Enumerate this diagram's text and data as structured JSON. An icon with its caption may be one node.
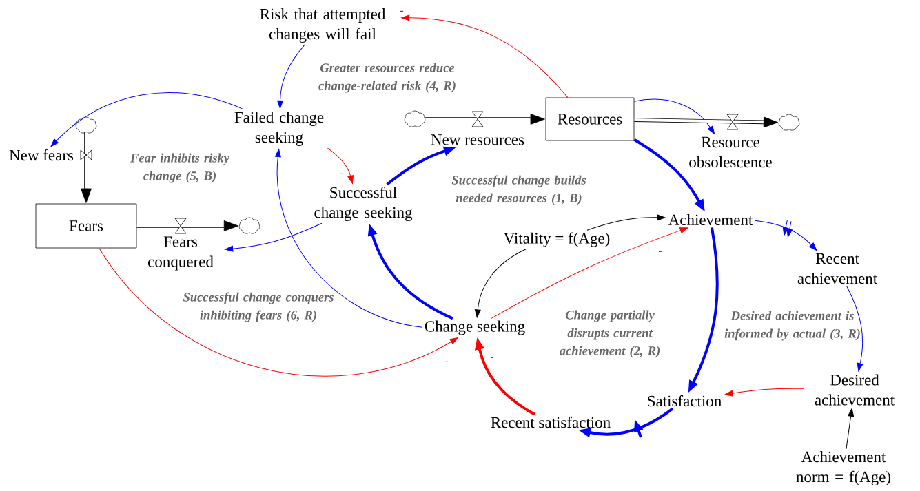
{
  "diagram": {
    "nodes": [
      {
        "text": [
          "Risk that attempted changes will fail"
        ]
      },
      {
        "text": [
          "Failed change seeking"
        ]
      },
      {
        "text": [
          "New fears"
        ]
      },
      {
        "text": [
          "Fears"
        ]
      },
      {
        "text": [
          "Fears conquered"
        ]
      },
      {
        "text": [
          "Successful change seeking"
        ]
      },
      {
        "text": [
          "New resources"
        ]
      },
      {
        "text": [
          "Resources"
        ]
      },
      {
        "text": [
          "Resource obsolescence"
        ]
      },
      {
        "text": [
          "Achievement"
        ]
      },
      {
        "text": [
          "Vitality = f(Age)"
        ]
      },
      {
        "text": [
          "Recent achievement"
        ]
      },
      {
        "text": [
          "Change seeking"
        ]
      },
      {
        "text": [
          "Satisfaction"
        ]
      },
      {
        "text": [
          "Desired achievement"
        ]
      },
      {
        "text": [
          "Recent satisfaction"
        ]
      },
      {
        "text": [
          "Achievement norm = f(Age)"
        ]
      },
      {
        "text": [],
        "shape": "cloud"
      },
      {
        "text": [],
        "shape": "cloud"
      },
      {
        "text": [],
        "shape": "cloud"
      },
      {
        "text": [],
        "shape": "cloud"
      }
    ],
    "edges": [
      {
        "from": 7,
        "to": 0,
        "arrow": "to",
        "label": "-",
        "color": "#ff0000"
      },
      {
        "from": 0,
        "to": 1,
        "arrow": "to",
        "color": "#0000ff"
      },
      {
        "from": 1,
        "to": 2,
        "arrow": "to",
        "color": "#0000ff"
      },
      {
        "from": 1,
        "to": 5,
        "arrow": "to",
        "label": "-",
        "color": "#ff0000"
      },
      {
        "from": 5,
        "to": 6,
        "arrow": "to",
        "style": "thick",
        "color": "#0000ff"
      },
      {
        "from": 5,
        "to": 4,
        "arrow": "to",
        "color": "#0000ff"
      },
      {
        "from": 12,
        "to": 1,
        "arrow": "to",
        "color": "#0000ff"
      },
      {
        "from": 12,
        "to": 5,
        "arrow": "to",
        "style": "thick",
        "color": "#0000ff"
      },
      {
        "from": 3,
        "to": 12,
        "arrow": "to",
        "label": "-",
        "color": "#ff0000"
      },
      {
        "from": 10,
        "to": 12,
        "arrow": "to",
        "color": "#000000"
      },
      {
        "from": 10,
        "to": 9,
        "arrow": "to",
        "color": "#000000"
      },
      {
        "from": 12,
        "to": 9,
        "arrow": "to",
        "label": "-",
        "color": "#ff0000"
      },
      {
        "from": 7,
        "to": 9,
        "arrow": "to",
        "style": "thick",
        "color": "#0000ff"
      },
      {
        "from": 7,
        "to": 8,
        "arrow": "to",
        "color": "#0000ff"
      },
      {
        "from": 9,
        "to": 11,
        "arrow": "to",
        "color": "#0000ff"
      },
      {
        "from": 11,
        "to": 14,
        "arrow": "to",
        "color": "#0000ff"
      },
      {
        "from": 9,
        "to": 13,
        "arrow": "to",
        "style": "thick",
        "color": "#0000ff"
      },
      {
        "from": 14,
        "to": 13,
        "arrow": "to",
        "label": "-",
        "color": "#ff0000"
      },
      {
        "from": 13,
        "to": 15,
        "arrow": "to",
        "style": "thick",
        "color": "#0000ff"
      },
      {
        "from": 15,
        "to": 12,
        "arrow": "to",
        "label": "-",
        "style": "thick",
        "color": "#ff0000"
      },
      {
        "from": 16,
        "to": 14,
        "arrow": "to",
        "color": "#000000"
      },
      {
        "from": 17,
        "to": 3,
        "arrow": "to",
        "style": "thick",
        "color": "#000000"
      },
      {
        "from": 3,
        "to": 18,
        "arrow": "to",
        "style": "thick",
        "color": "#000000"
      },
      {
        "from": 19,
        "to": 7,
        "arrow": "to",
        "style": "thick",
        "color": "#000000"
      },
      {
        "from": 7,
        "to": 20,
        "arrow": "to",
        "style": "thick",
        "color": "#000000"
      }
    ],
    "labels": [
      "Greater resources reduce change-related risk (4, R)",
      "Fear inhibits risky change (5, B)",
      "Successful change builds needed resources (1, B)",
      "Successful change conquers inhibiting fears (6, R)",
      "Change partially disrupts current achievement (2, R)",
      "Desired achievement is informed by actual (3, R)"
    ]
  }
}
